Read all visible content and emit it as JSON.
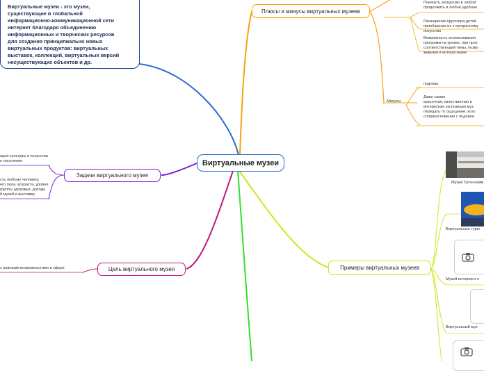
{
  "central": {
    "label": "Виртуальные музеи"
  },
  "definition": {
    "text": "Виртуальные музеи - это музеи,\nсуществующие в глобальной\nинформационно-коммуникационной сети\nинтернет благодаря объединению\nинформационных и творческих ресурсов\nдля создания принципиально новых\nвиртуальных продуктов: виртуальных\nвыставок, коллекций, виртуальных версий\nнесуществующих объектов и др."
  },
  "topics": {
    "pros_cons": {
      "label": "Плюсы и минусы виртуальных музеев",
      "pros": [
        "Покинуть экскурсию в любой\nпродолжить в любое удобное",
        "Расширение кругозора детей\nприобщение их к прекрасному\nискусство",
        "Возможность использования\nпрограмм на уроках, при прох\nсоответствующей темы, позво\nживыми и интересными"
      ],
      "minus_label": "Минусы",
      "minuses": [
        "подгема",
        "Даже самая\nкрасочная, качественная и\nинтересная экспозиция муз\nпередать то ощущение, кото\nсоприкосновении с подлинн"
      ]
    },
    "tasks": {
      "label": "Задачи виртуального музея",
      "items": [
        "ация культуры и искусства\nн населения",
        "сть любому человеку,\n его пола, возраста, уровня\nгруппы здоровья, дохода\nй музей и выставку"
      ]
    },
    "goal": {
      "label": "Цель виртуального музея",
      "items": [
        "с равными возможностями в сфере"
      ]
    },
    "examples": {
      "label": "Примеры виртуальных музеев",
      "items": [
        {
          "caption": "Музей Гуггенхайм",
          "icon": "museum-photo"
        },
        {
          "caption": "Виртуальные туры",
          "icon": "museum-photo"
        },
        {
          "caption": "Музей истории и н",
          "icon": "camera-icon"
        },
        {
          "caption": "Виртуальный муз",
          "icon": "image-placeholder"
        },
        {
          "caption": "",
          "icon": "camera-icon"
        }
      ]
    }
  },
  "colors": {
    "blue": "#2a6bd1",
    "orange": "#f5a30a",
    "purple": "#7b1fd6",
    "magenta": "#c0157a",
    "yellow": "#d4e21a",
    "green": "#33e02a",
    "navy": "#1f3f8f"
  }
}
